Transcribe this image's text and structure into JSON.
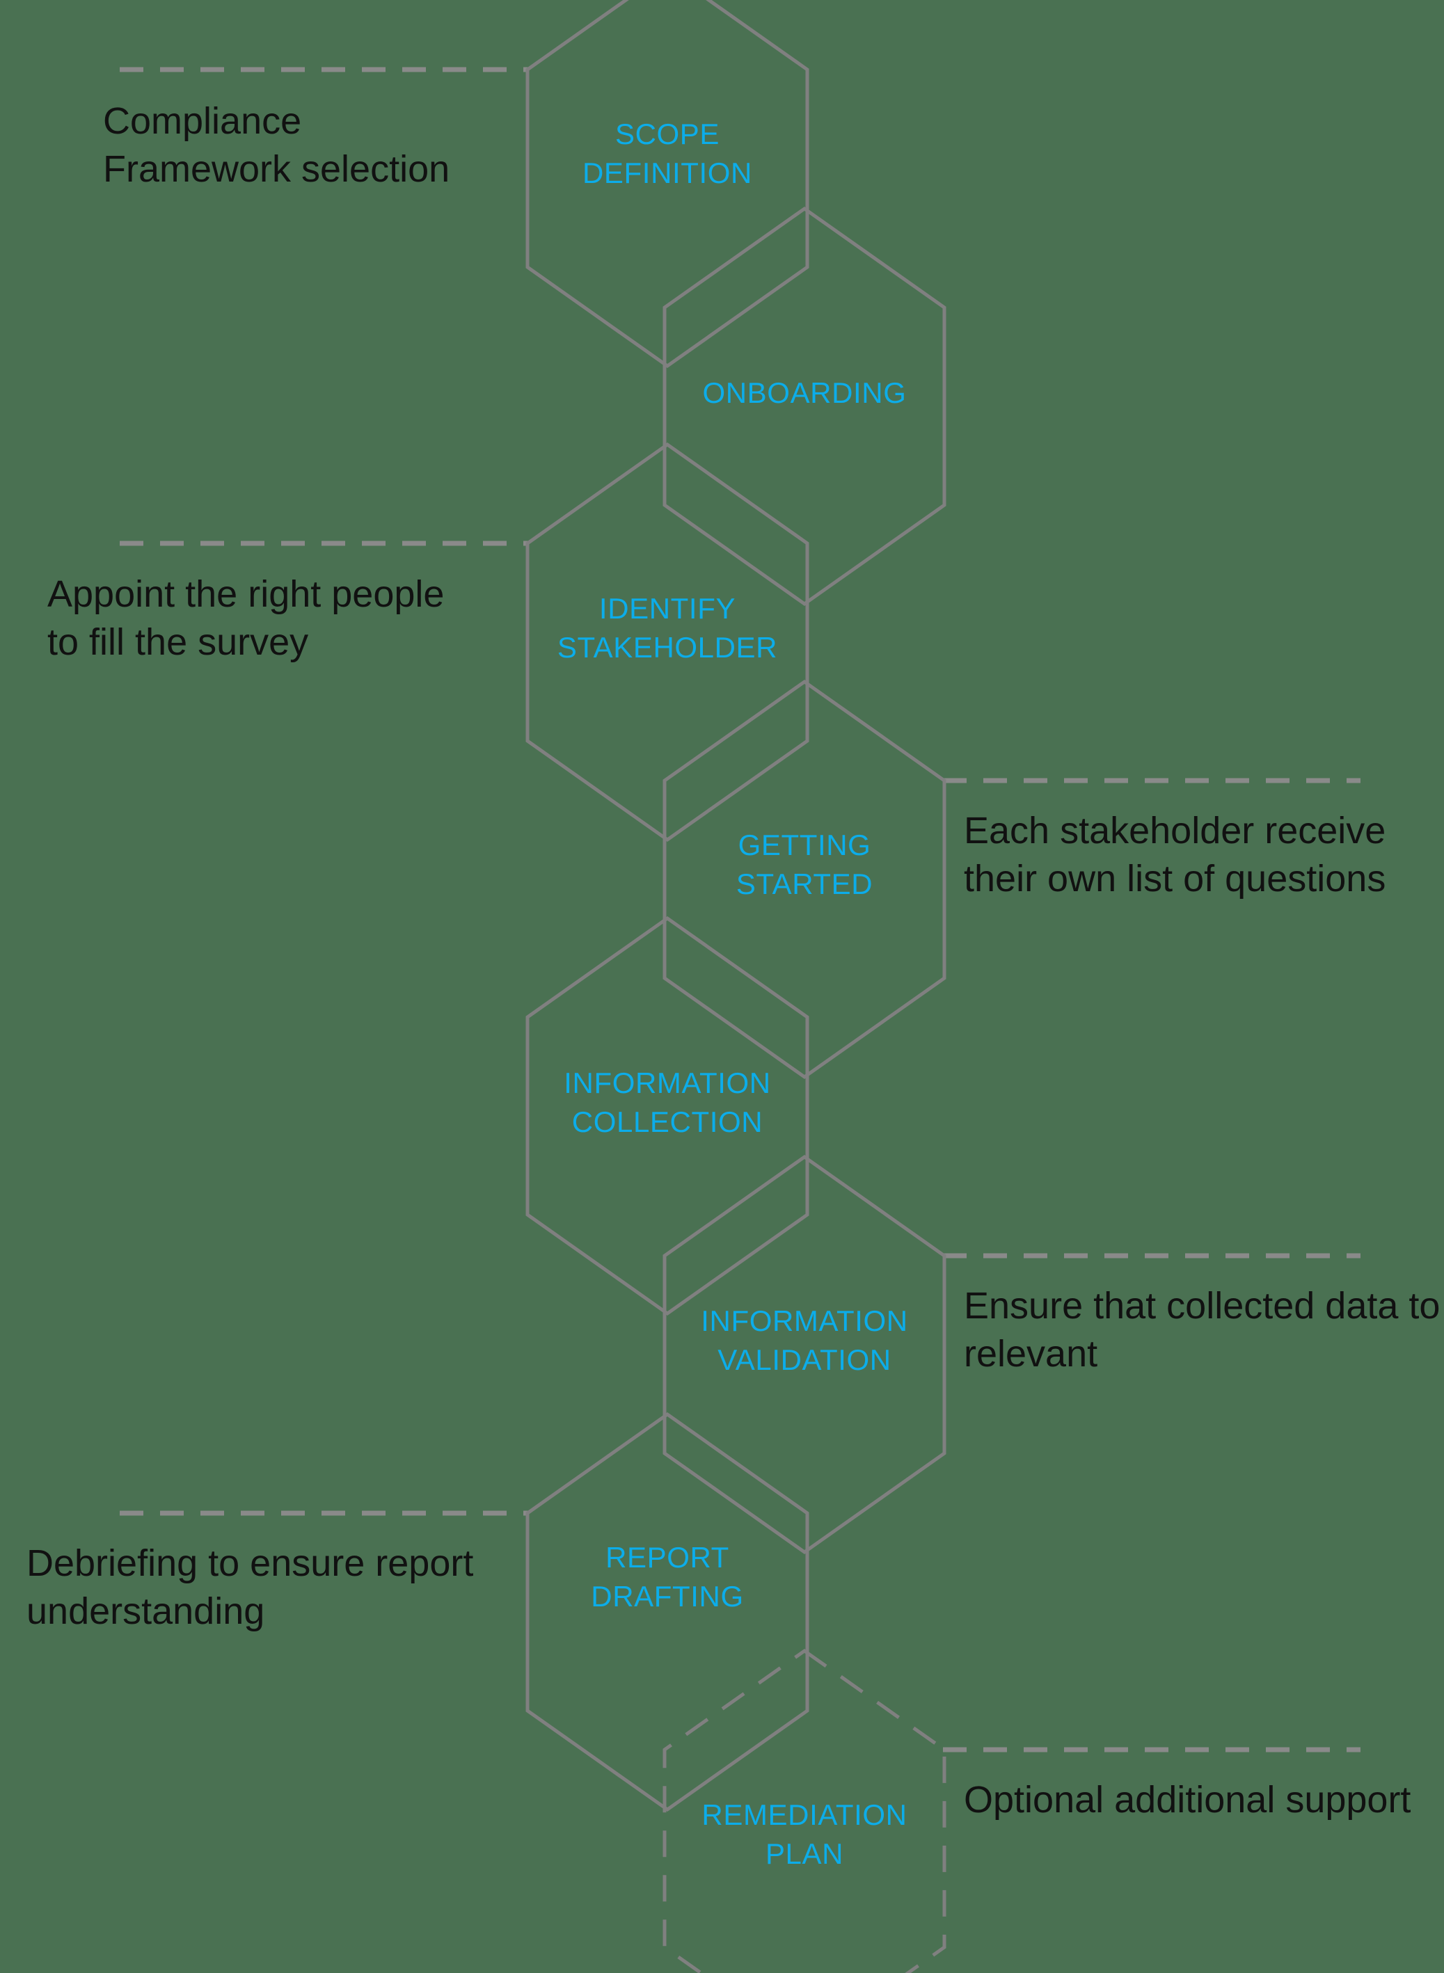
{
  "diagram": {
    "title": "Compliance assessment process hexagon flow",
    "accent_color": "#0cadea",
    "line_color": "#808080",
    "background_color": "#4a7152",
    "note_color": "#111111",
    "steps": [
      {
        "id": "scope-definition",
        "label_lines": [
          "SCOPE",
          "DEFINITION"
        ],
        "style": "solid",
        "side": "left",
        "note": "Compliance\nFramework selection"
      },
      {
        "id": "onboarding",
        "label_lines": [
          "ONBOARDING"
        ],
        "style": "solid",
        "side": "none",
        "note": ""
      },
      {
        "id": "identify-stakeholder",
        "label_lines": [
          "IDENTIFY",
          "STAKEHOLDER"
        ],
        "style": "solid",
        "side": "left",
        "note": "Appoint the right people\nto fill the survey"
      },
      {
        "id": "getting-started",
        "label_lines": [
          "GETTING",
          "STARTED"
        ],
        "style": "solid",
        "side": "right",
        "note": "Each stakeholder receive\ntheir own list of questions"
      },
      {
        "id": "information-collection",
        "label_lines": [
          "INFORMATION",
          "COLLECTION"
        ],
        "style": "solid",
        "side": "none",
        "note": ""
      },
      {
        "id": "information-validation",
        "label_lines": [
          "INFORMATION",
          "VALIDATION"
        ],
        "style": "solid",
        "side": "right",
        "note": "Ensure that collected data to\nrelevant"
      },
      {
        "id": "report-drafting",
        "label_lines": [
          "REPORT",
          "DRAFTING"
        ],
        "style": "solid",
        "side": "left",
        "note": "Debriefing to ensure report\nunderstanding"
      },
      {
        "id": "remediation-plan",
        "label_lines": [
          "REMEDIATION",
          "PLAN"
        ],
        "style": "dashed",
        "side": "right",
        "note": "Optional additional support"
      }
    ],
    "notes": {
      "scope_definition": "Compliance\nFramework selection",
      "identify_stakeholder": "Appoint the right people\nto fill the survey",
      "getting_started": "Each stakeholder receive\ntheir own list of questions",
      "information_validation": "Ensure that collected data to\nrelevant",
      "report_drafting": "Debriefing to ensure report\nunderstanding",
      "remediation_plan": "Optional additional support"
    },
    "labels": {
      "scope_definition_l1": "SCOPE",
      "scope_definition_l2": "DEFINITION",
      "onboarding_l1": "ONBOARDING",
      "identify_stakeholder_l1": "IDENTIFY",
      "identify_stakeholder_l2": "STAKEHOLDER",
      "getting_started_l1": "GETTING",
      "getting_started_l2": "STARTED",
      "information_collection_l1": "INFORMATION",
      "information_collection_l2": "COLLECTION",
      "information_validation_l1": "INFORMATION",
      "information_validation_l2": "VALIDATION",
      "report_drafting_l1": "REPORT",
      "report_drafting_l2": "DRAFTING",
      "remediation_plan_l1": "REMEDIATION",
      "remediation_plan_l2": "PLAN"
    }
  }
}
